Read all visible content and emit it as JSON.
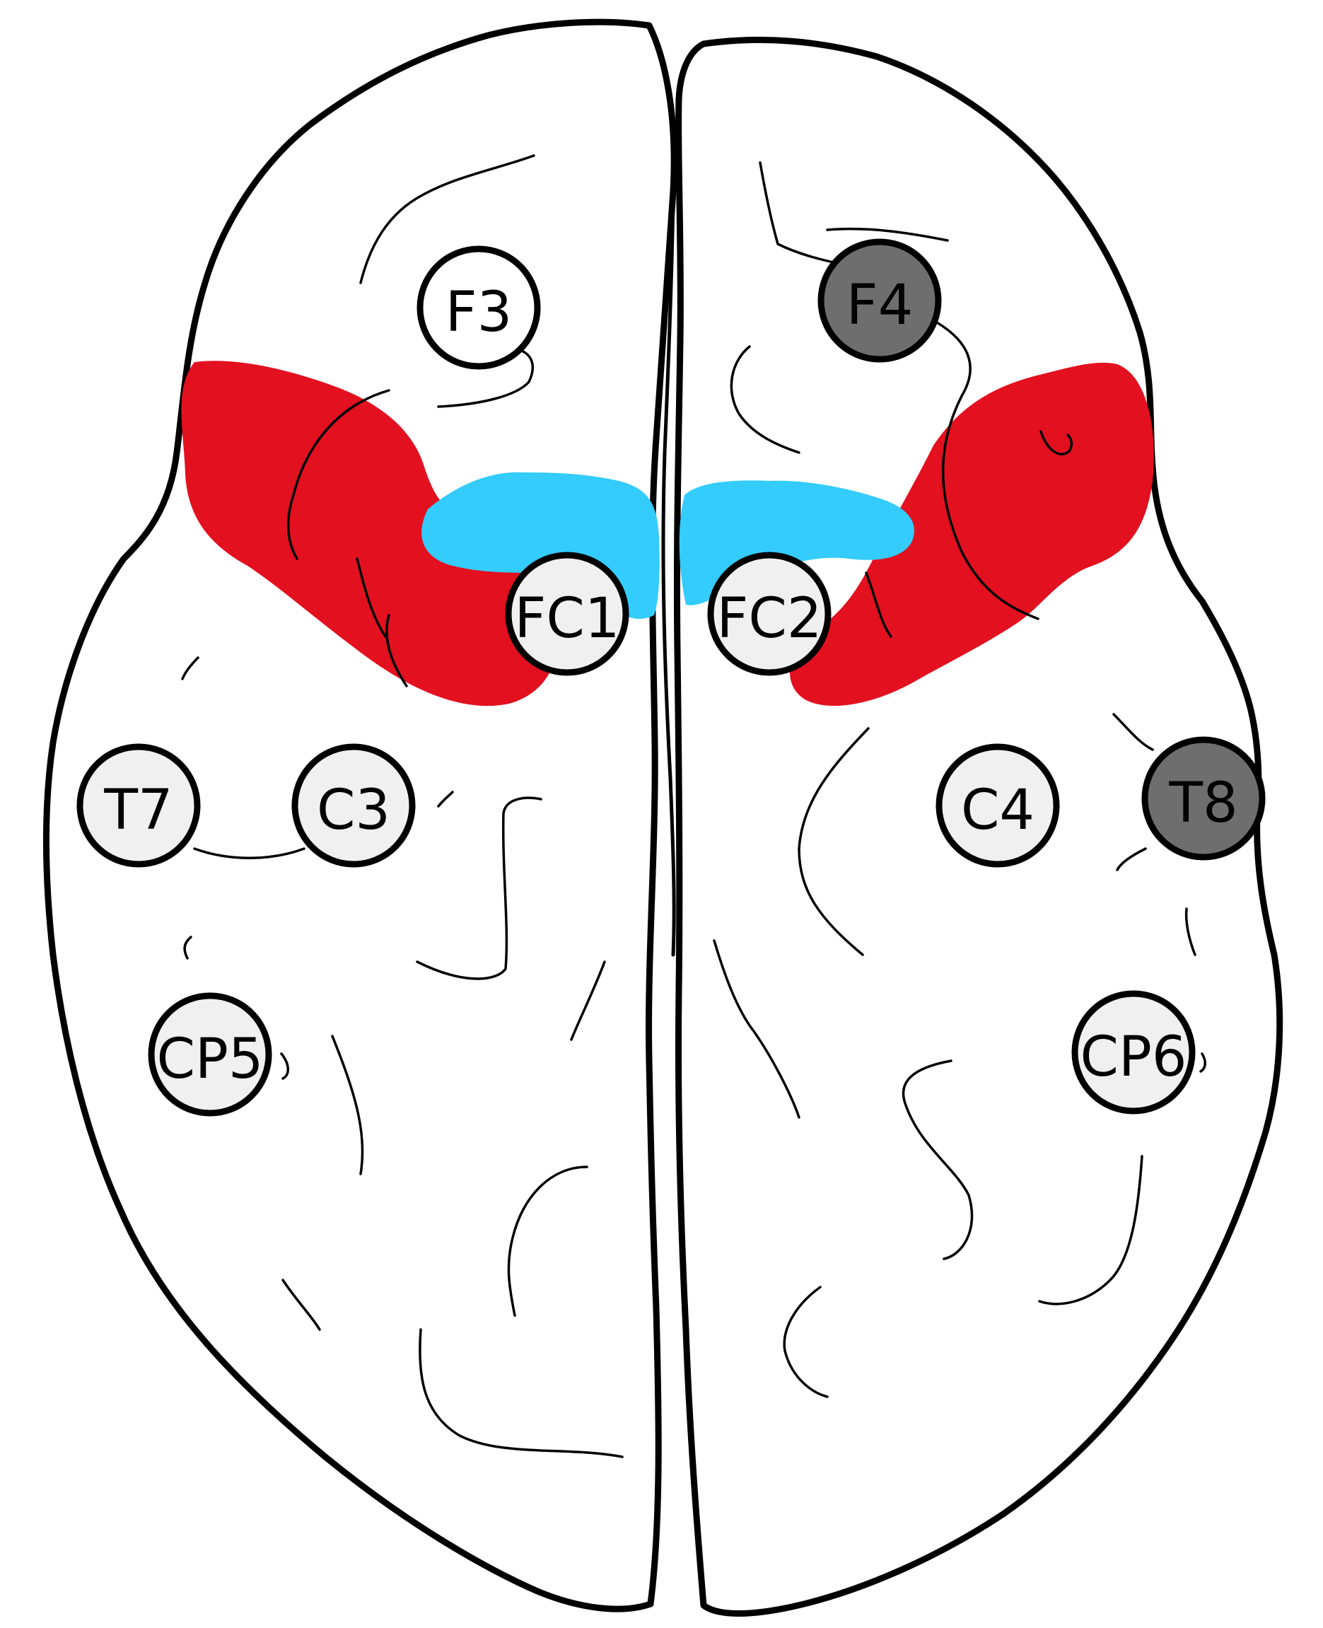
{
  "colors": {
    "outline": "#000000",
    "premotor_region": "#e3101f",
    "sma_region": "#33ccfc",
    "electrode_default": "#f0f0f0",
    "electrode_highlight": "#6e6e6e"
  },
  "electrodes": [
    {
      "id": "F3",
      "label": "F3",
      "highlighted": false
    },
    {
      "id": "F4",
      "label": "F4",
      "highlighted": true
    },
    {
      "id": "FC1",
      "label": "FC1",
      "highlighted": false
    },
    {
      "id": "FC2",
      "label": "FC2",
      "highlighted": false
    },
    {
      "id": "T7",
      "label": "T7",
      "highlighted": false
    },
    {
      "id": "C3",
      "label": "C3",
      "highlighted": false
    },
    {
      "id": "C4",
      "label": "C4",
      "highlighted": false
    },
    {
      "id": "T8",
      "label": "T8",
      "highlighted": true
    },
    {
      "id": "CP5",
      "label": "CP5",
      "highlighted": false
    },
    {
      "id": "CP6",
      "label": "CP6",
      "highlighted": false
    }
  ]
}
